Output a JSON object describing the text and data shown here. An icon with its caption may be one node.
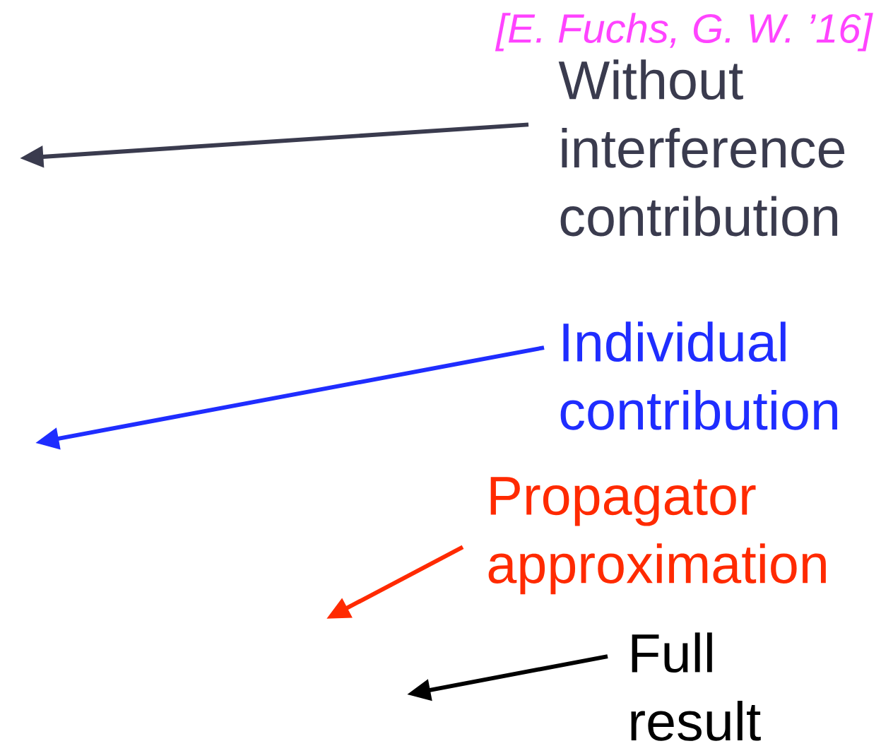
{
  "diagram": {
    "nodes": [
      {
        "text": [
          "Without interference contribution"
        ]
      },
      {
        "text": [
          "Individual contribution"
        ]
      },
      {
        "text": [
          "Propagator approximation"
        ]
      },
      {
        "text": [
          "Full result"
        ]
      }
    ],
    "edges": [
      {
        "from": 0,
        "to": null,
        "arrow": "to",
        "color": "#3a3b4e"
      },
      {
        "from": 1,
        "to": null,
        "arrow": "to",
        "color": "#1f2dff"
      },
      {
        "from": 2,
        "to": null,
        "arrow": "to",
        "color": "#ff2a00"
      },
      {
        "from": 3,
        "to": null,
        "arrow": "to",
        "color": "#000000"
      }
    ],
    "labels": [
      "[E. Fuchs, G. W. ’16]"
    ]
  }
}
